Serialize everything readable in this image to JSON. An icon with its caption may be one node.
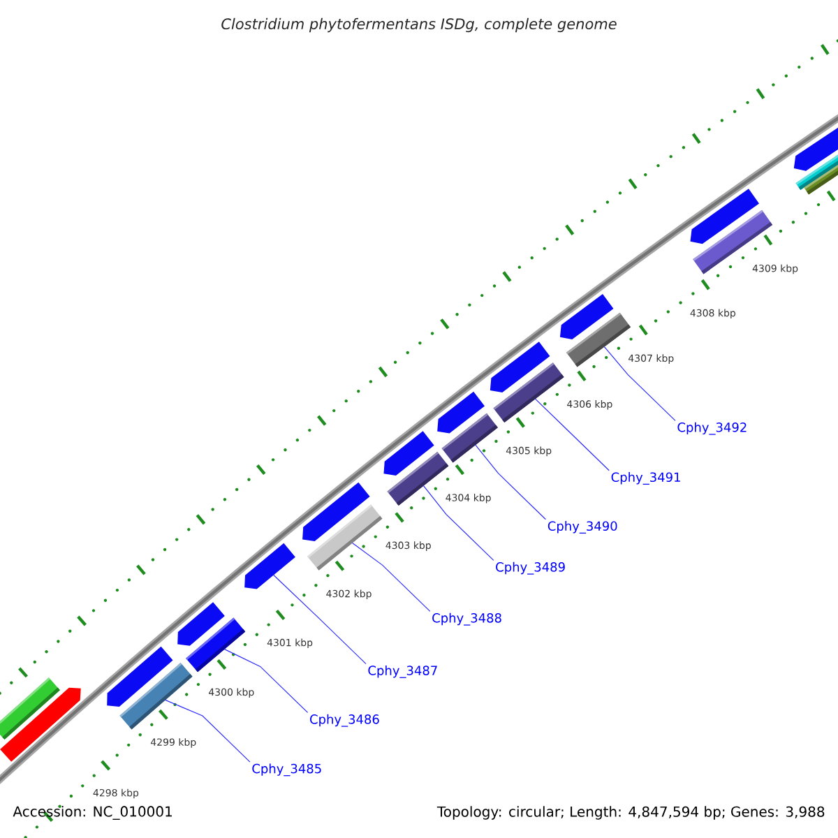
{
  "diagram": {
    "title": "Clostridium phytofermentans ISDg, complete genome",
    "nodes": [
      {
        "text": [],
        "shape": "bar"
      },
      {
        "text": [],
        "shape": "bar"
      },
      {
        "text": [],
        "shape": "bar"
      },
      {
        "text": [],
        "shape": "bar"
      },
      {
        "text": [],
        "shape": "bar"
      },
      {
        "text": [],
        "shape": "bar"
      },
      {
        "text": [],
        "shape": "bar"
      },
      {
        "text": [],
        "shape": "bar"
      },
      {
        "text": [],
        "shape": "bar"
      },
      {
        "text": [],
        "shape": "bar"
      },
      {
        "text": [],
        "shape": "bar"
      },
      {
        "text": [],
        "shape": "bar"
      },
      {
        "text": [],
        "shape": "bar"
      },
      {
        "text": [],
        "shape": "bar"
      },
      {
        "text": [],
        "shape": "bar"
      },
      {
        "text": [],
        "shape": "bar"
      },
      {
        "text": [],
        "shape": "bar"
      },
      {
        "text": [],
        "shape": "bar"
      },
      {
        "text": [],
        "shape": "bar"
      },
      {
        "text": [],
        "shape": "bar"
      },
      {
        "text": [],
        "shape": "bar"
      },
      {
        "text": [],
        "shape": "bar"
      },
      {
        "text": [
          "Cphy_3485"
        ]
      },
      {
        "text": [
          "Cphy_3486"
        ]
      },
      {
        "text": [
          "Cphy_3487"
        ]
      },
      {
        "text": [
          "Cphy_3488"
        ]
      },
      {
        "text": [
          "Cphy_3489"
        ]
      },
      {
        "text": [
          "Cphy_3490"
        ]
      },
      {
        "text": [
          "Cphy_3491"
        ]
      },
      {
        "text": [
          "Cphy_3492"
        ]
      }
    ],
    "edges": [
      {
        "from": 22,
        "to": 3,
        "arrow": "none"
      },
      {
        "from": 23,
        "to": 5,
        "arrow": "none"
      },
      {
        "from": 24,
        "to": 6,
        "arrow": "none"
      },
      {
        "from": 25,
        "to": 8,
        "arrow": "none"
      },
      {
        "from": 26,
        "to": 10,
        "arrow": "none"
      },
      {
        "from": 27,
        "to": 12,
        "arrow": "none"
      },
      {
        "from": 28,
        "to": 14,
        "arrow": "none"
      },
      {
        "from": 29,
        "to": 16,
        "arrow": "none"
      }
    ],
    "labels": [
      "4309 kbp",
      "4308 kbp",
      "4307 kbp",
      "4306 kbp",
      "4305 kbp",
      "4304 kbp",
      "4303 kbp",
      "4302 kbp",
      "4301 kbp",
      "4300 kbp",
      "4299 kbp",
      "4298 kbp",
      "Accession: NC_010001",
      "Topology: circular; Length: 4,847,594 bp; Genes: 3,988"
    ]
  }
}
